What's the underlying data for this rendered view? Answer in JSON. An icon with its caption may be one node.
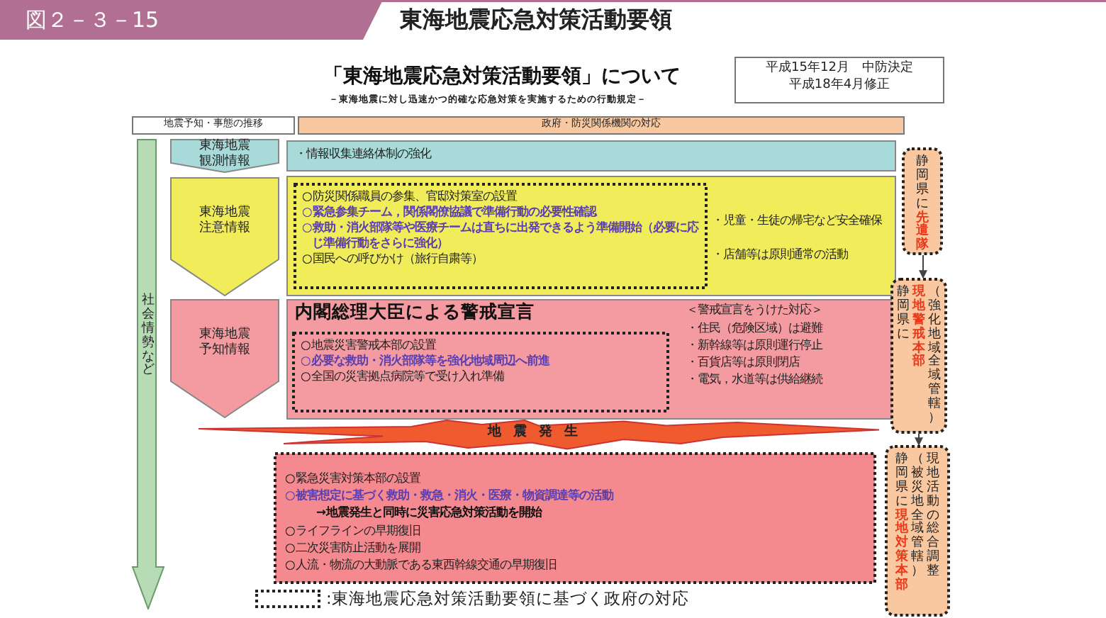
{
  "diagram": {
    "title": "東海地震応急対策活動要領",
    "nodes": [
      {
        "text": [
          "平成15年12月　中防決定",
          "平成18年4月修正"
        ]
      },
      {
        "text": [
          "地震予知・事態の推移"
        ]
      },
      {
        "text": [
          "政府・防災関係機関の対応"
        ]
      },
      {
        "text": [
          "社会情勢など"
        ]
      },
      {
        "text": [
          "東海地震観測情報"
        ]
      },
      {
        "text": [
          "・情報収集連絡体制の強化"
        ]
      },
      {
        "text": [
          "東海地震注意情報"
        ]
      },
      {
        "text": [
          "・児童・生徒の帰宅など安全確保",
          "・店舗等は原則通常の活動"
        ]
      },
      {
        "text": [
          "○防災関係職員の参集、官邸対策室の設置",
          "○緊急参集チーム，関係閣僚協議で準備行動の必要性確認",
          "○救助・消火部隊等や医療チームは直ちに出発できるよう準備開始（必要に応じ準備行動をさらに強化）",
          "○国民への呼びかけ（旅行自粛等）"
        ],
        "in": 7
      },
      {
        "text": [
          "東海地震予知情報"
        ]
      },
      {
        "text": [
          "内閣総理大臣による警戒宣言",
          "＜警戒宣言をうけた対応＞",
          "・住民（危険区域）は避難",
          "・新幹線等は原則運行停止",
          "・百貨店等は原則閉店",
          "・電気，水道等は供給継続"
        ]
      },
      {
        "text": [
          "○地震災害警戒本部の設置",
          "○必要な救助・消火部隊等を強化地域周辺へ前進",
          "○全国の災害拠点病院等で受け入れ準備"
        ],
        "in": 10
      },
      {
        "text": [
          "地震発生"
        ]
      },
      {
        "text": [
          "○緊急災害対策本部の設置",
          "○被害想定に基づく救助・救急・消火・医療・物資調達等の活動",
          "→地震発生と同時に災害応急対策活動を開始",
          "○ライフラインの早期復旧",
          "○二次災害防止活動を展開",
          "○人流・物流の大動脈である東西幹線交通の早期復旧"
        ]
      },
      {
        "text": [
          "静岡県に",
          "先遣隊"
        ]
      },
      {
        "text": [
          "静岡県に",
          "現地警戒本部",
          "（強化地域全域管轄）"
        ]
      },
      {
        "text": [
          "静岡県に",
          "現地対策本部",
          "（被災地全域管轄）",
          "現地活動の総合調整"
        ]
      }
    ],
    "edges": [
      {
        "from": 14,
        "to": 15,
        "arrow": "to"
      },
      {
        "from": 15,
        "to": 16,
        "arrow": "to"
      }
    ],
    "labels": [
      "図２－３－15",
      "「東海地震応急対策活動要領」について",
      "－東海地震に対し迅速かつ的確な応急対策を実施するための行動規定－"
    ],
    "legend": [
      {
        "text": ":東海地震応急対策活動要領に基づく政府の対応"
      }
    ]
  }
}
